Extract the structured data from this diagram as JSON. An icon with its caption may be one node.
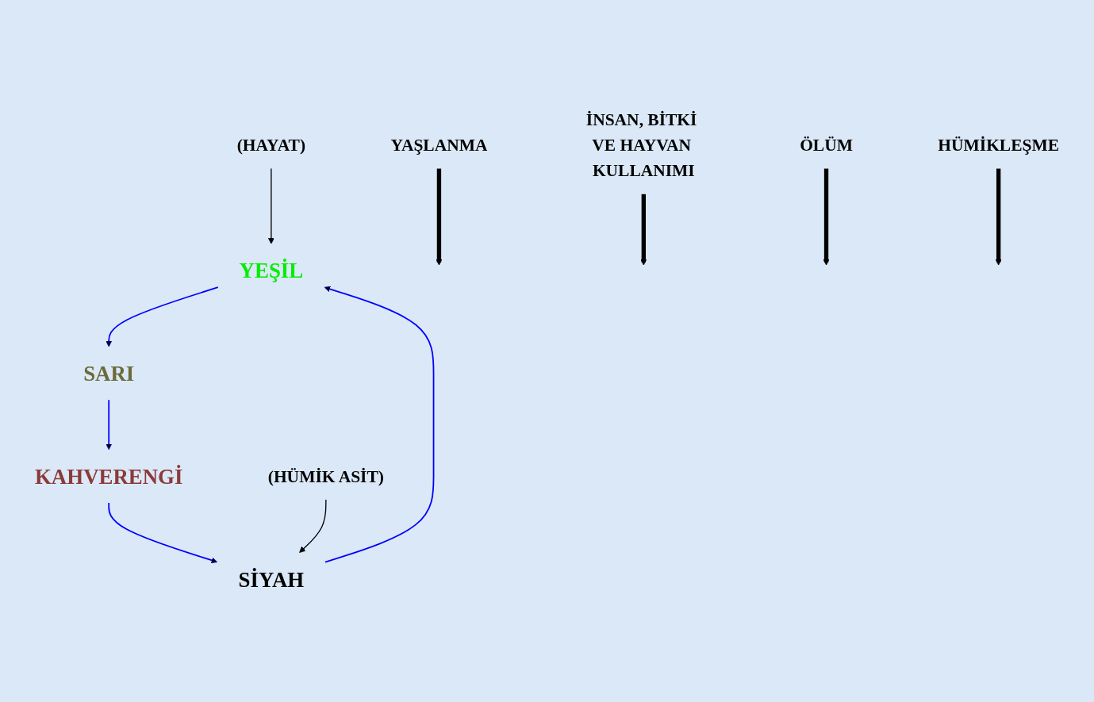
{
  "diagram": {
    "nodes": [
      {
        "text": [
          "YAŞLANMA"
        ]
      },
      {
        "text": [
          "YEŞİL"
        ]
      },
      {
        "text": [
          "İNSAN, BİTKİ VE HAYVAN KULLANIMI"
        ]
      },
      {
        "text": [
          "(HAYAT)"
        ]
      },
      {
        "text": [
          "SARI"
        ]
      },
      {
        "text": [
          "SİYAH"
        ]
      },
      {
        "text": [
          "(HÜMİK ASİT)"
        ]
      },
      {
        "text": [
          "ÖLÜM"
        ]
      },
      {
        "text": [
          "KAHVERENGİ"
        ]
      },
      {
        "text": [
          "HÜMİKLEŞME"
        ]
      }
    ],
    "edges": [
      {
        "from": 1,
        "to": 4,
        "arrow": "to",
        "color": "#0000ff"
      },
      {
        "from": 4,
        "to": 8,
        "arrow": "to",
        "color": "#0000ff"
      },
      {
        "from": 8,
        "to": 5,
        "arrow": "to",
        "color": "#0000ff"
      },
      {
        "from": 5,
        "to": 1,
        "arrow": "to",
        "color": "#0000ff"
      },
      {
        "from": 3,
        "to": 1,
        "arrow": "to"
      },
      {
        "from": 6,
        "to": 5,
        "arrow": "to"
      },
      {
        "from": 0,
        "to": null,
        "arrow": "to",
        "style": "thick"
      },
      {
        "from": 2,
        "to": null,
        "arrow": "to",
        "style": "thick"
      },
      {
        "from": 7,
        "to": null,
        "arrow": "to",
        "style": "thick"
      },
      {
        "from": 9,
        "to": null,
        "arrow": "to",
        "style": "thick"
      }
    ]
  }
}
